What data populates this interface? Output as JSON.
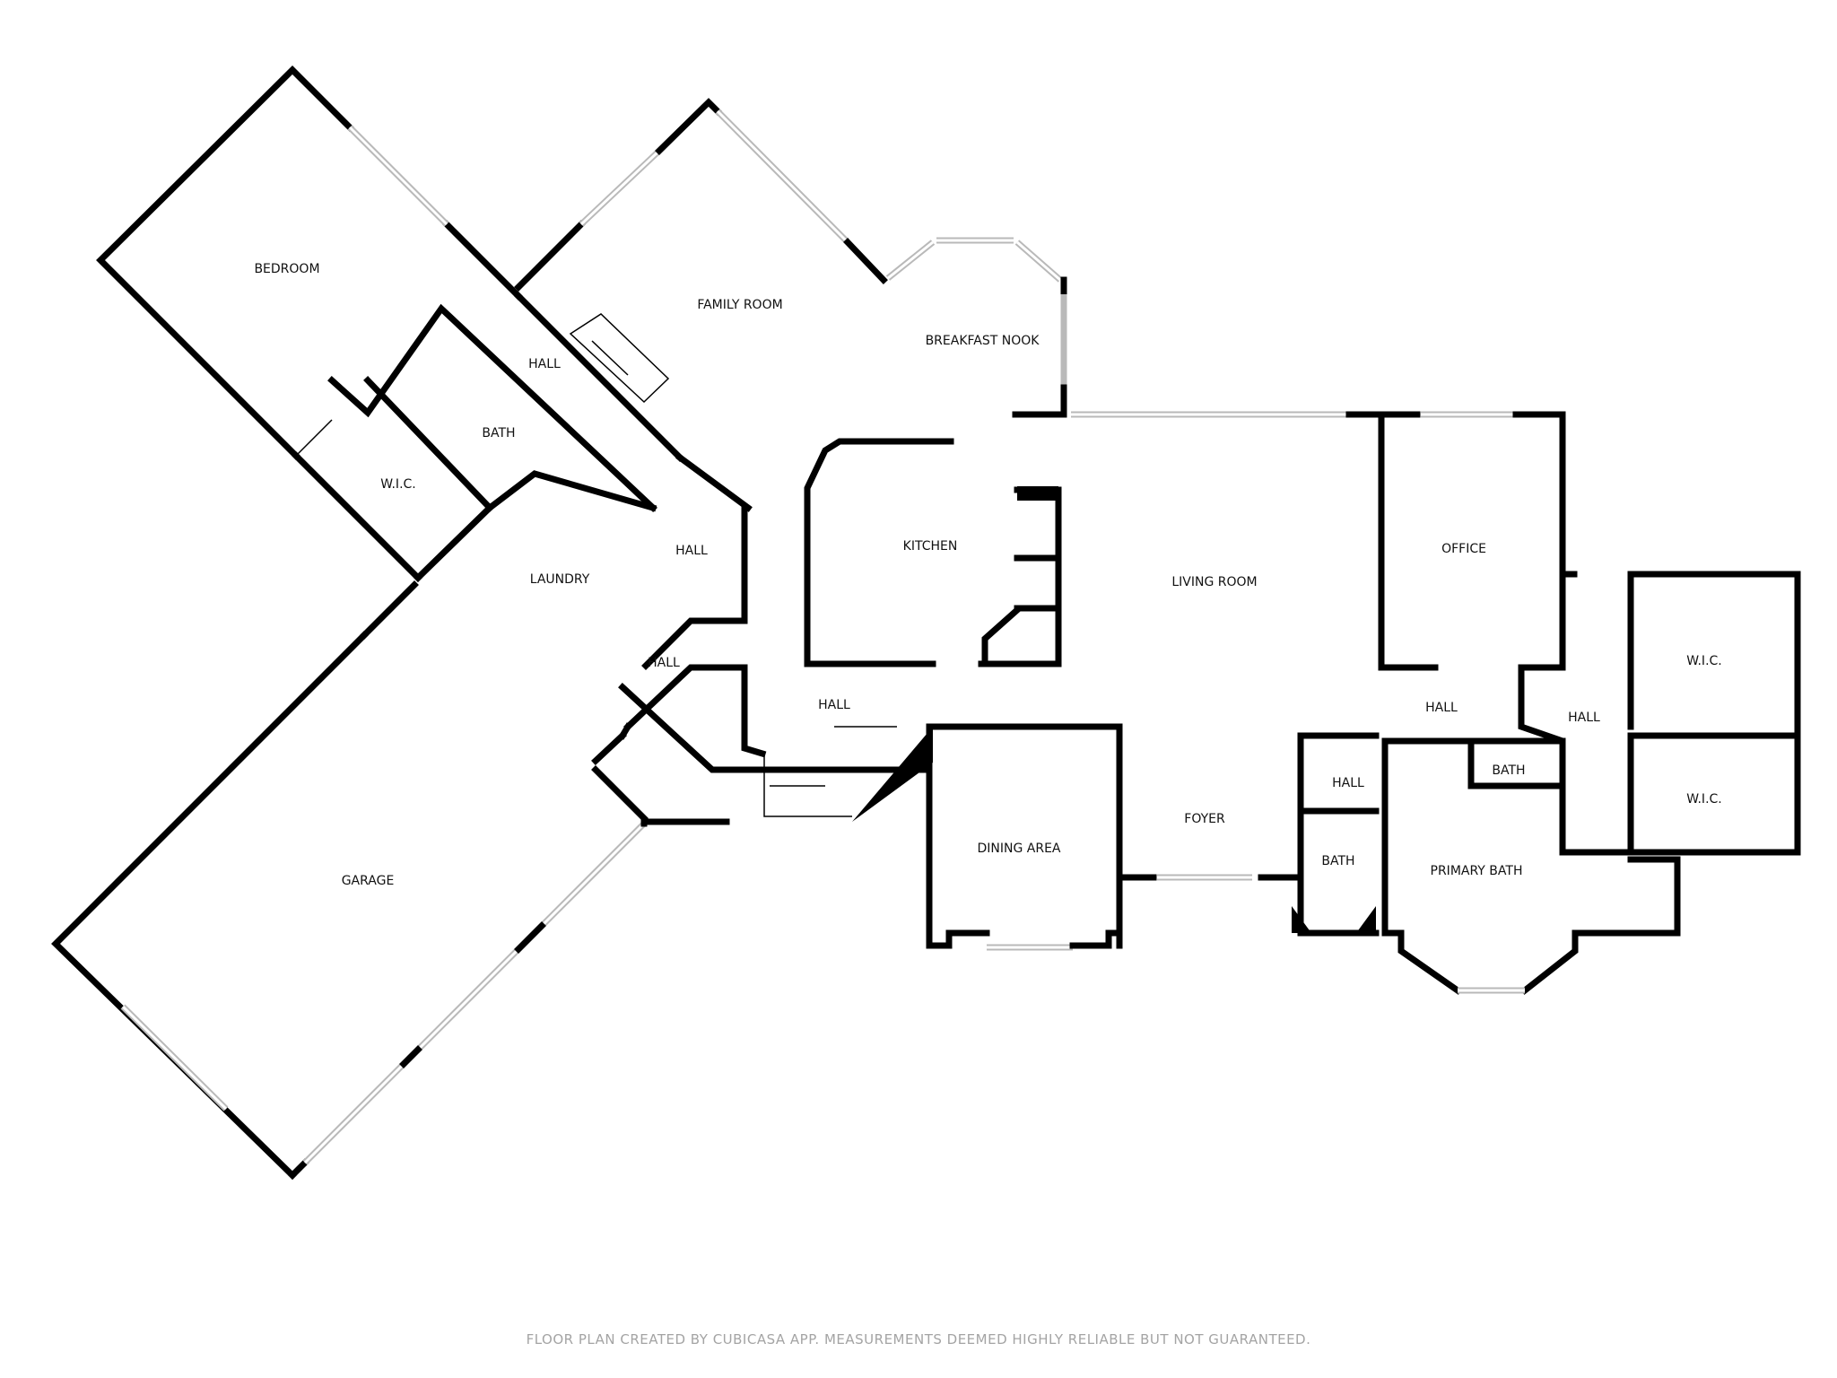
{
  "rooms": {
    "bedroom": "BEDROOM",
    "family_room": "FAMILY ROOM",
    "breakfast_nook": "BREAKFAST NOOK",
    "hall_upper": "HALL",
    "bath_left": "BATH",
    "wic_left": "W.I.C.",
    "hall_mid": "HALL",
    "laundry": "LAUNDRY",
    "hall_lower": "HALL",
    "kitchen": "KITCHEN",
    "living_room": "LIVING ROOM",
    "office": "OFFICE",
    "hall_center": "HALL",
    "hall_right": "HALL",
    "hall_east": "HALL",
    "wic_top_right": "W.I.C.",
    "wic_bottom_right": "W.I.C.",
    "hall_small": "HALL",
    "bath_small": "BATH",
    "bath_lower": "BATH",
    "primary_bath": "PRIMARY BATH",
    "foyer": "FOYER",
    "dining_area": "DINING AREA",
    "garage": "GARAGE"
  },
  "footer": "FLOOR PLAN CREATED BY CUBICASA APP. MEASUREMENTS DEEMED HIGHLY RELIABLE BUT NOT GUARANTEED.",
  "colors": {
    "wall": "#000000",
    "window": "#b9b9b9",
    "footer_text": "#a4a4a4",
    "background": "#ffffff"
  }
}
